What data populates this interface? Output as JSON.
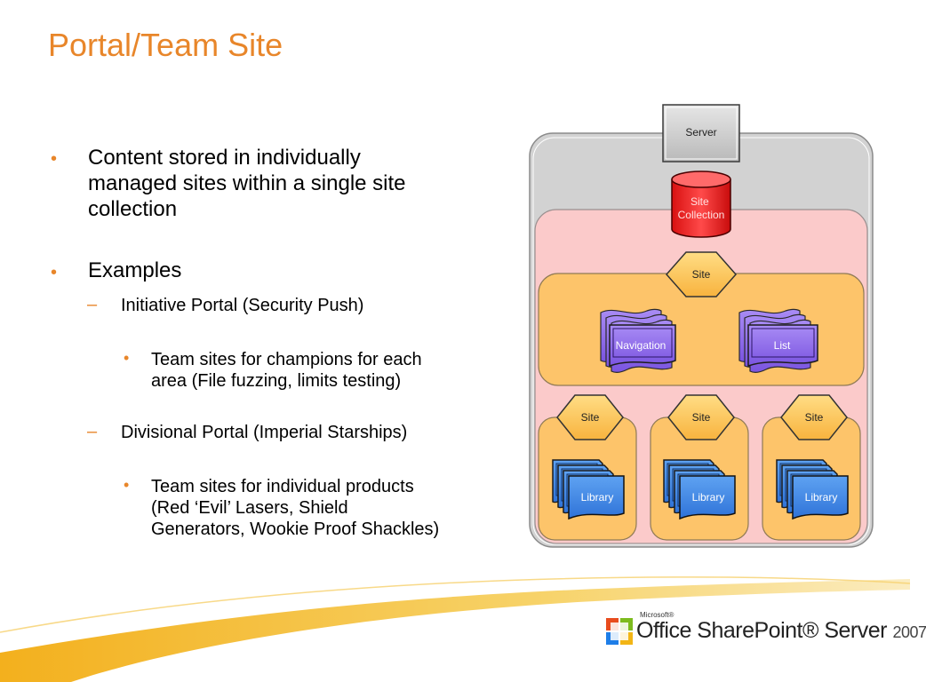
{
  "title": "Portal/Team Site",
  "bullets": [
    {
      "text": "Content stored in individually managed sites within a single site collection"
    },
    {
      "text": "Examples"
    }
  ],
  "sub_items": [
    {
      "text": "Initiative Portal (Security Push)",
      "detail": "Team sites for champions for each area (File fuzzing, limits testing)"
    },
    {
      "text": "Divisional Portal (Imperial Starships)",
      "detail": "Team sites for individual products (Red ‘Evil’ Lasers, Shield Generators, Wookie Proof Shackles)"
    }
  ],
  "diagram": {
    "server": "Server",
    "site_collection": "Site Collection",
    "site": "Site",
    "navigation": "Navigation",
    "list": "List",
    "child_sites": [
      "Site",
      "Site",
      "Site"
    ],
    "libraries": [
      "Library",
      "Library",
      "Library"
    ]
  },
  "logo": {
    "small": "Microsoft®",
    "main": "Office SharePoint® Server",
    "year": "2007"
  },
  "colors": {
    "title": "#e8862a",
    "server_box": "#c9c9c9",
    "collection_region": "#fbcaca",
    "site_region": "#fdc46a",
    "site_collection_db": "#e81c1c",
    "purple_docs": "#8b68ea",
    "blue_docs": "#3b86e8"
  }
}
